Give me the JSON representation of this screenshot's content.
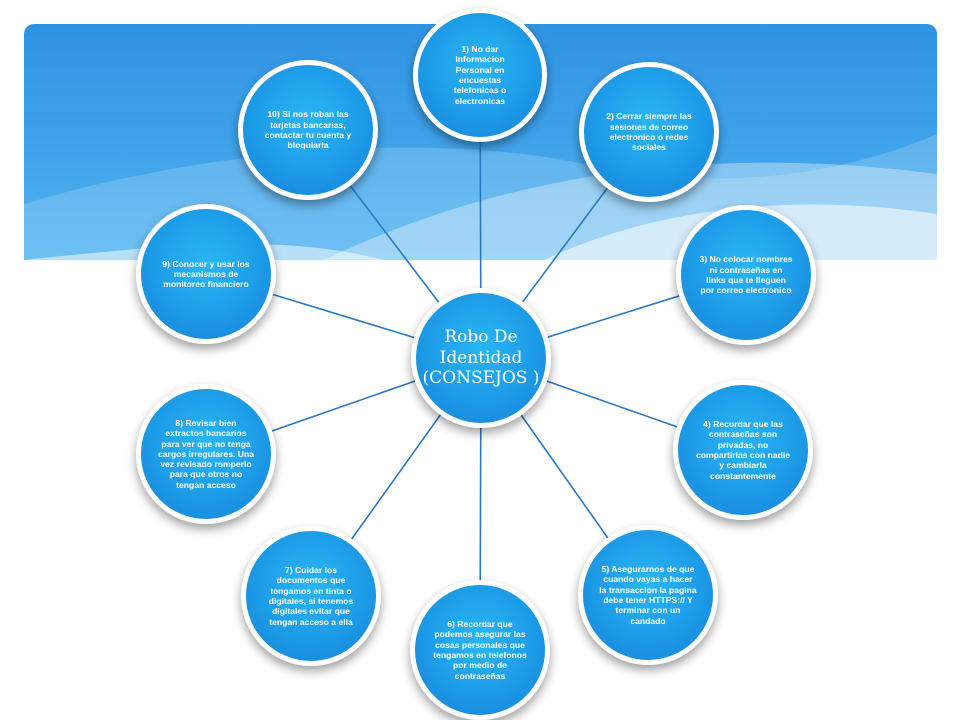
{
  "colors": {
    "node_fill": "#1d9be6",
    "node_border": "#ffffff",
    "connector": "#2a78c4",
    "header_band": "#2a8fe0"
  },
  "diagram": {
    "center": {
      "label": "Robo De Identidad (CONSEJOS )"
    },
    "nodes": [
      {
        "label": "1) No dar Informacion Personal  en encuestas telefonicas o electronicas"
      },
      {
        "label": "2) Cerrar siempre las sesiones de correo electronico o redes sociales"
      },
      {
        "label": "3) No colocar nombres ni contraseñas en links que te lleguen por correo electronico"
      },
      {
        "label": "4) Recordar que las contraseñas son privadas, no compartirlas con nadie y cambiarla constantemente"
      },
      {
        "label": "5) Asegurarnos de que cuando vayas a hacer la transaccion la pagina debe tener HTTPS:// Y terminar con un candado"
      },
      {
        "label": "6) Recordar que podemos asegurar las cosas personales que tengamos en telefonos por medio de contraseñas"
      },
      {
        "label": "7) Cuidar los documentos que tengamos en tinta o digitales, si tenemos digitales evitar que tengan acceso a ella"
      },
      {
        "label": "8) Revisar bien extractos bancarios para ver que no tenga cargos irregulares. Una vez revisado romperlo para que otros no tengan acceso"
      },
      {
        "label": "9) Conocer y usar los mecanismos de monitoreo financiero"
      },
      {
        "label": "10) Si nos roban las tarjetas bancarias, contactar tu cuenta y bloquiarla"
      }
    ]
  }
}
